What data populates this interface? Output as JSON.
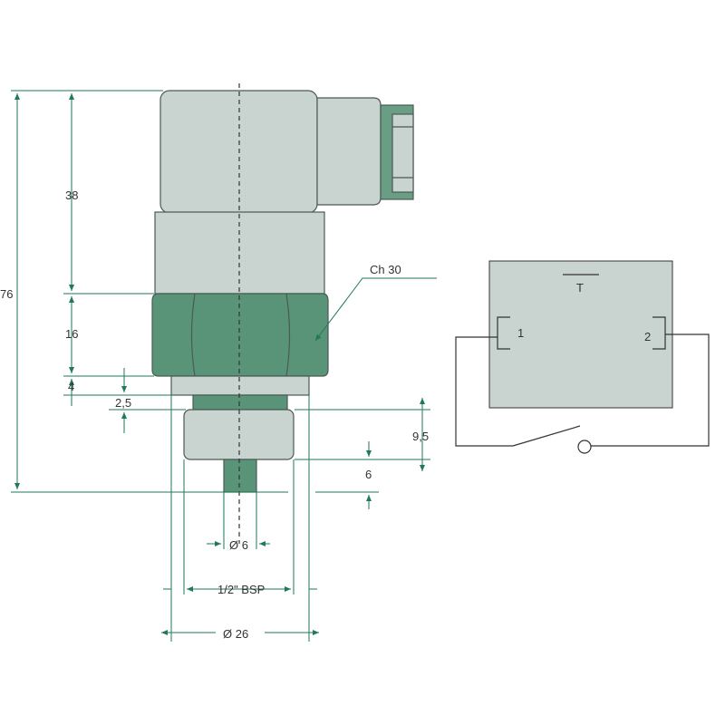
{
  "colors": {
    "body_fill": "#c9d3cf",
    "body_stroke": "#4a5a55",
    "hex_fill": "#5a9478",
    "connector_fill": "#6a9e84",
    "dim_line": "#1f7a55",
    "text": "#333333"
  },
  "dimensions": {
    "d76": "76",
    "d38": "38",
    "d16": "16",
    "d4": "4",
    "d2_5": "2,5",
    "d9_5": "9,5",
    "d6": "6",
    "dia6": "Ø 6",
    "bsp": "1/2\" BSP",
    "dia26": "Ø 26",
    "ch30": "Ch 30"
  },
  "schematic": {
    "title": "T",
    "terminal_1": "1",
    "terminal_2": "2"
  }
}
